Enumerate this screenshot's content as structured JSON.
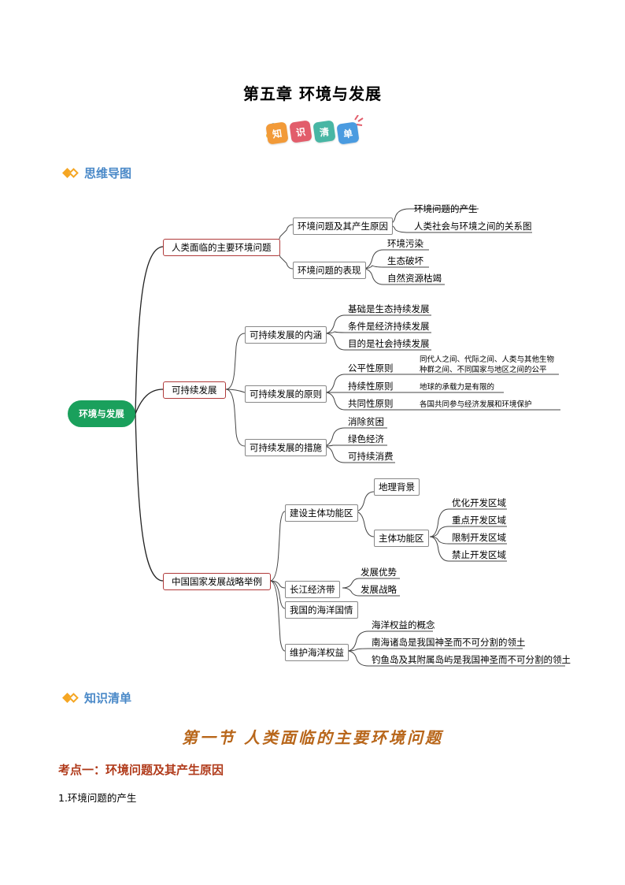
{
  "page_title": "第五章  环境与发展",
  "badge": {
    "chars": [
      "知",
      "识",
      "清",
      "单"
    ],
    "colors": [
      "#f29a38",
      "#e25d6b",
      "#48b6a4",
      "#4a9be0"
    ]
  },
  "sections": {
    "mindmap_heading": "思维导图",
    "list_heading": "知识清单"
  },
  "colors": {
    "heading_blue": "#4a89c8",
    "accent_orange": "#f5a623",
    "root_green": "#1aa05c",
    "box_red": "#b03a3a",
    "section_brown": "#b8661a"
  },
  "mindmap": {
    "root": "环境与发展",
    "b1": {
      "label": "人类面临的主要环境问题",
      "c1": {
        "label": "环境问题及其产生原因",
        "leaves": [
          "环境问题的产生",
          "人类社会与环境之间的关系图"
        ]
      },
      "c2": {
        "label": "环境问题的表现",
        "leaves": [
          "环境污染",
          "生态破坏",
          "自然资源枯竭"
        ]
      }
    },
    "b2": {
      "label": "可持续发展",
      "c1": {
        "label": "可持续发展的内涵",
        "leaves": [
          "基础是生态持续发展",
          "条件是经济持续发展",
          "目的是社会持续发展"
        ]
      },
      "c2": {
        "label": "可持续发展的原则",
        "principles": [
          {
            "name": "公平性原则",
            "desc1": "同代人之间、代际之间、人类与其他生物",
            "desc2": "种群之间、不同国家与地区之间的公平"
          },
          {
            "name": "持续性原则",
            "desc1": "地球的承载力是有限的"
          },
          {
            "name": "共同性原则",
            "desc1": "各国共同参与经济发展和环境保护"
          }
        ]
      },
      "c3": {
        "label": "可持续发展的措施",
        "leaves": [
          "消除贫困",
          "绿色经济",
          "可持续消费"
        ]
      }
    },
    "b3": {
      "label": "中国国家发展战略举例",
      "c1": {
        "label": "建设主体功能区",
        "g1": "地理背景",
        "g2": {
          "label": "主体功能区",
          "leaves": [
            "优化开发区域",
            "重点开发区域",
            "限制开发区域",
            "禁止开发区域"
          ]
        }
      },
      "c2": {
        "label": "长江经济带",
        "leaves": [
          "发展优势",
          "发展战略"
        ]
      },
      "c3": {
        "label": "我国的海洋国情"
      },
      "c4": {
        "label": "维护海洋权益",
        "leaves": [
          "海洋权益的概念",
          "南海诸岛是我国神圣而不可分割的领土",
          "钓鱼岛及其附属岛屿是我国神圣而不可分割的领土"
        ]
      }
    }
  },
  "section_one_title": "第一节   人类面临的主要环境问题",
  "kaodian_title": "考点一：环境问题及其产生原因",
  "item_1": "1.环境问题的产生"
}
